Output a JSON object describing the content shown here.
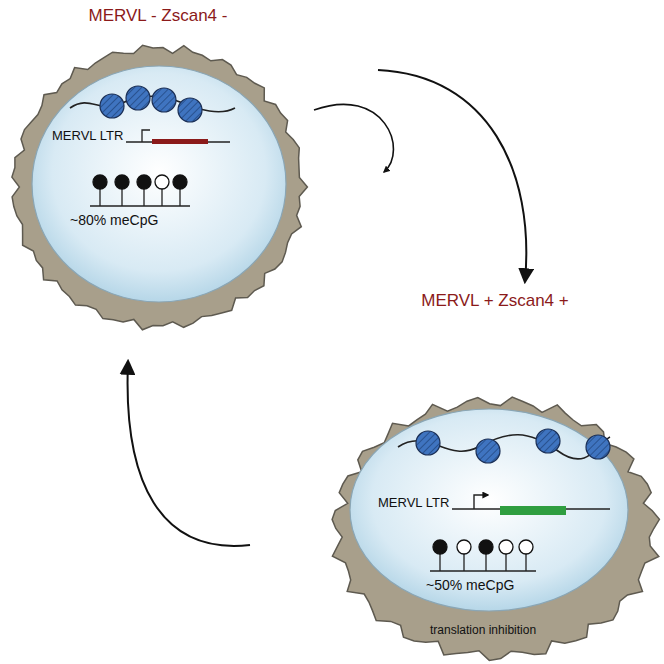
{
  "diagram": {
    "nodes": [
      {
        "text": [
          "MERVL - Zscan4 -"
        ]
      },
      {
        "text": [
          "MERVL LTR",
          "~80% meCpG"
        ],
        "in": 0
      },
      {
        "text": [
          "MERVL + Zscan4 +",
          "translation inhibition"
        ]
      },
      {
        "text": [
          "MERVL LTR",
          "~50% meCpG"
        ],
        "in": 2
      }
    ],
    "edges": [
      {
        "from": 0,
        "to": 2,
        "arrow": "to"
      },
      {
        "from": 0,
        "to": 0,
        "arrow": "to"
      },
      {
        "from": 2,
        "to": 0,
        "arrow": "to"
      }
    ]
  }
}
